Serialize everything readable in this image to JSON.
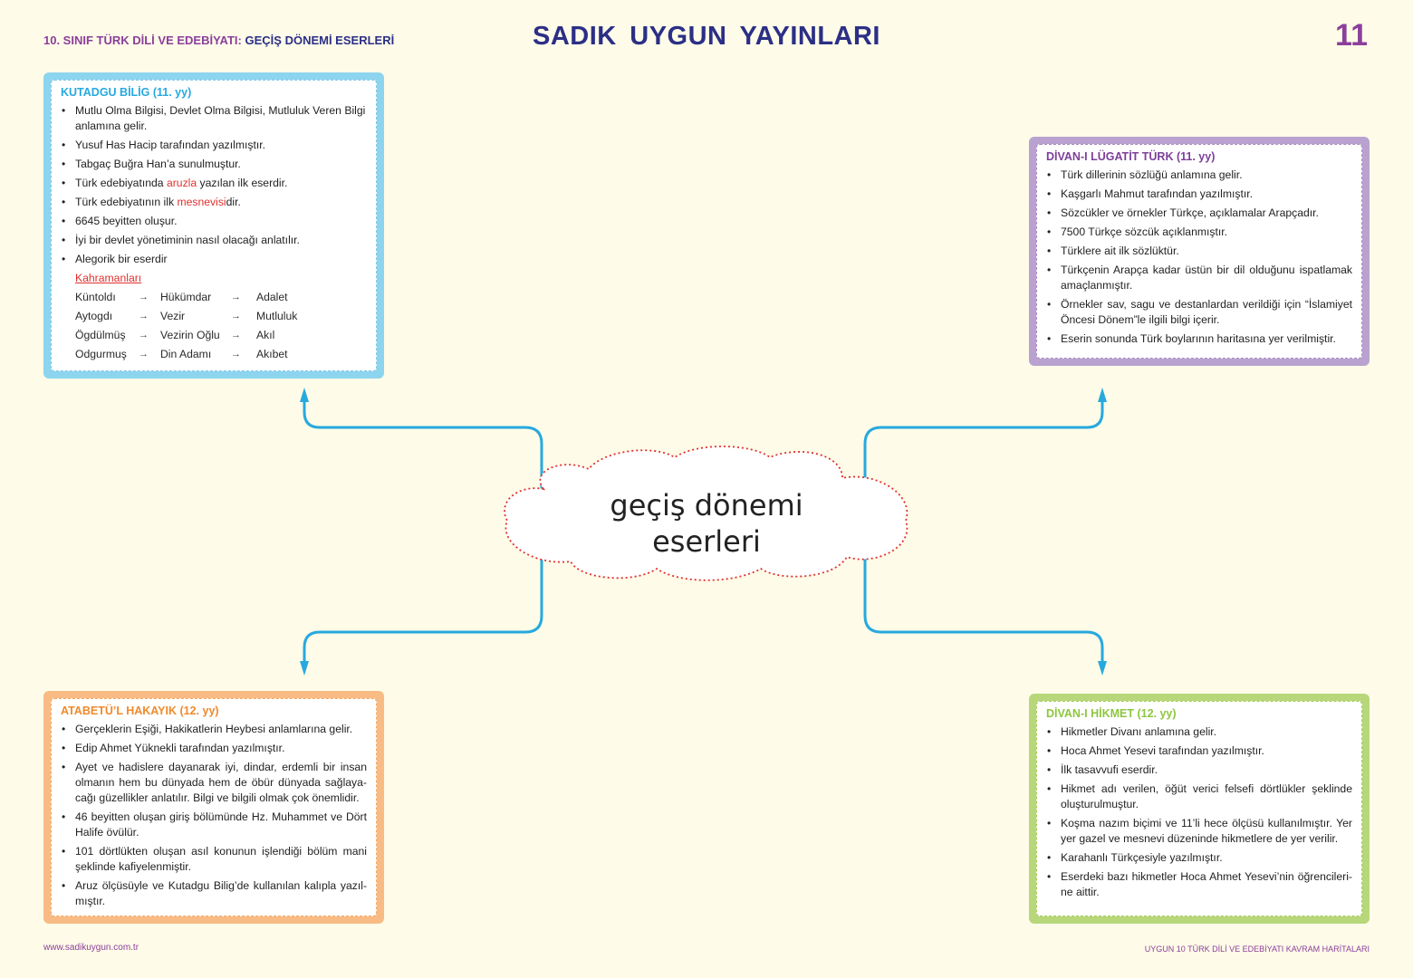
{
  "header": {
    "left_prefix": "10. SINIF TÜRK DİLİ VE EDEBİYATI:",
    "left_topic": "GEÇİŞ DÖNEMİ ESERLERİ",
    "publisher": "SADIK  UYGUN  YAYINLARI",
    "page_number": "11"
  },
  "center": {
    "line1": "geçiş dönemi",
    "line2": "eserleri"
  },
  "kutadgu": {
    "title": "KUTADGU BİLİG (11. yy)",
    "items": [
      "Mutlu Olma Bilgisi, Devlet Olma Bilgisi, Mutluluk Veren Bilgi anlamına gelir.",
      "Yusuf Has Hacip tarafından yazılmıştır.",
      "Tabgaç Buğra Han’a sunulmuştur."
    ],
    "item_aruz": {
      "before": "Türk edebiyatında ",
      "red": "aruzla",
      "after": " yazılan ilk eserdir."
    },
    "item_mesnevi": {
      "before": "Türk edebiyatının ilk ",
      "red": "mesnevisi",
      "after": "dir."
    },
    "items_after": [
      "6645 beyitten oluşur.",
      "İyi bir devlet yönetiminin nasıl olacağı anlatılır.",
      "Alegorik bir eserdir"
    ],
    "kahramanlar_label": "Kahramanları",
    "characters": [
      {
        "name": "Küntoldı",
        "role": "Hükümdar",
        "symbol": "Adalet"
      },
      {
        "name": "Aytogdı",
        "role": "Vezir",
        "symbol": "Mutluluk"
      },
      {
        "name": "Ögdülmüş",
        "role": "Vezirin Oğlu",
        "symbol": "Akıl"
      },
      {
        "name": "Odgurmuş",
        "role": "Din Adamı",
        "symbol": "Akıbet"
      }
    ],
    "arrow_glyph": "→"
  },
  "divan_lugat": {
    "title": "DİVAN-I LÜGATİT TÜRK (11. yy)",
    "items": [
      "Türk dillerinin sözlüğü anlamına gelir.",
      "Kaşgarlı Mahmut tarafından yazılmıştır.",
      "Sözcükler ve örnekler Türkçe, açıklamalar Arapçadır.",
      "7500 Türkçe sözcük açıklanmıştır.",
      "Türklere ait ilk sözlüktür.",
      "Türkçenin Arapça kadar üstün bir dil olduğunu ispatlamak amaçlanmıştır.",
      "Örnekler sav, sagu ve destanlardan verildiği için “İslamiyet Öncesi Dönem”le ilgili bilgi içerir.",
      "Eserin sonunda Türk boylarının haritasına yer verilmiştir."
    ]
  },
  "atabet": {
    "title": "ATABETÜ’L HAKAYIK (12. yy)",
    "items": [
      "Gerçeklerin Eşiği, Hakikatlerin Heybesi anlamlarına gelir.",
      "Edip Ahmet Yüknekli tarafından yazılmıştır.",
      "Ayet ve hadislere dayanarak iyi, dindar, erdemli bir insan olmanın hem bu dünyada hem de öbür dünyada sağlaya-cağı güzellikler anlatılır. Bilgi ve bilgili olmak çok önemlidir.",
      "46 beyitten oluşan giriş bölümünde Hz. Muhammet ve Dört Halife övülür.",
      "101 dörtlükten oluşan asıl konunun işlendiği bölüm mani şeklinde kafiyelenmiştir.",
      "Aruz ölçüsüyle ve Kutadgu Bilig’de kullanılan kalıpla yazıl-mıştır."
    ]
  },
  "divan_hikmet": {
    "title": "DİVAN-I HİKMET (12. yy)",
    "items": [
      "Hikmetler Divanı anlamına gelir.",
      "Hoca Ahmet Yesevi tarafından yazılmıştır.",
      "İlk tasavvufi eserdir.",
      "Hikmet adı verilen, öğüt verici felsefi dörtlükler şeklinde oluşturulmuştur.",
      "Koşma nazım biçimi ve 11’li hece ölçüsü kullanılmıştır. Yer yer gazel ve mesnevi düzeninde hikmetlere de yer verilir.",
      "Karahanlı Türkçesiyle yazılmıştır.",
      "Eserdeki bazı hikmetler Hoca Ahmet Yesevi’nin öğrencileri-ne aittir."
    ]
  },
  "footer": {
    "website": "www.sadikuygun.com.tr",
    "series": "UYGUN 10 TÜRK DİLİ VE EDEBİYATI KAVRAM HARİTALARI"
  },
  "colors": {
    "connector": "#27a9de",
    "cloud_border": "#e0312f",
    "purple": "#8b3f9b",
    "navy": "#2b2f86"
  }
}
